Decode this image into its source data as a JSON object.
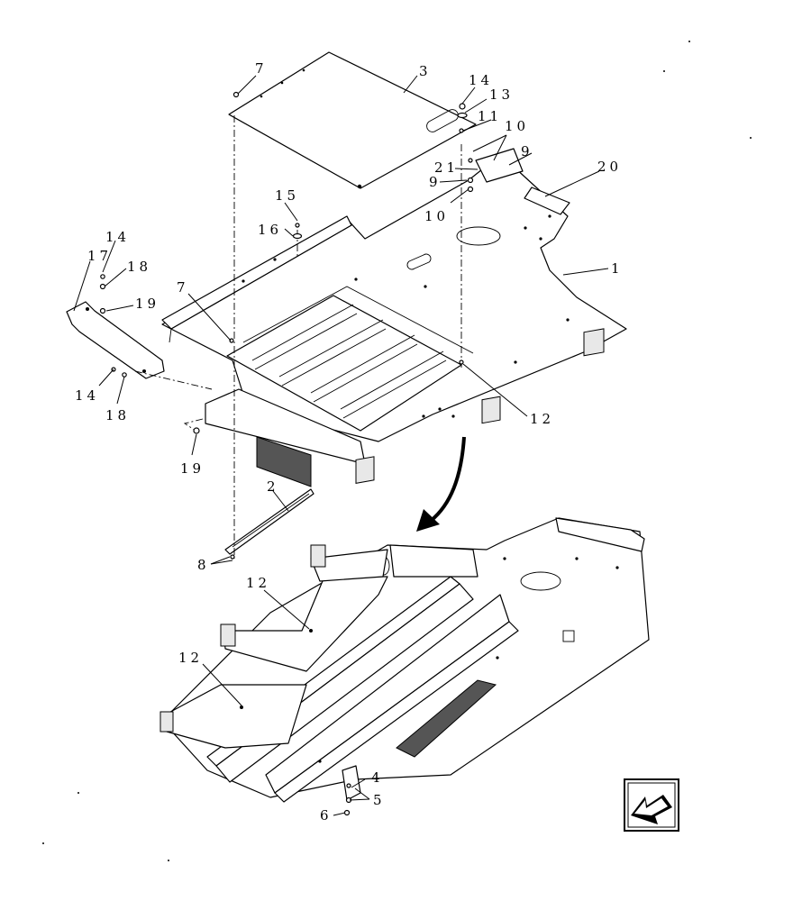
{
  "diagram": {
    "callouts": [
      {
        "id": "c7a",
        "text": "7"
      },
      {
        "id": "c3",
        "text": "3"
      },
      {
        "id": "c14a",
        "text": "14"
      },
      {
        "id": "c13",
        "text": "13"
      },
      {
        "id": "c11",
        "text": "11"
      },
      {
        "id": "c10a",
        "text": "10"
      },
      {
        "id": "c9a",
        "text": "9"
      },
      {
        "id": "c20",
        "text": "20"
      },
      {
        "id": "c21",
        "text": "21"
      },
      {
        "id": "c9b",
        "text": "9"
      },
      {
        "id": "c10b",
        "text": "10"
      },
      {
        "id": "c15",
        "text": "15"
      },
      {
        "id": "c16",
        "text": "16"
      },
      {
        "id": "c14b",
        "text": "14"
      },
      {
        "id": "c17",
        "text": "17"
      },
      {
        "id": "c18a",
        "text": "18"
      },
      {
        "id": "c19a",
        "text": "19"
      },
      {
        "id": "c1",
        "text": "1"
      },
      {
        "id": "c7b",
        "text": "7"
      },
      {
        "id": "c14c",
        "text": "14"
      },
      {
        "id": "c18b",
        "text": "18"
      },
      {
        "id": "c12a",
        "text": "12"
      },
      {
        "id": "c19b",
        "text": "19"
      },
      {
        "id": "c2",
        "text": "2"
      },
      {
        "id": "c8",
        "text": "8"
      },
      {
        "id": "c12b",
        "text": "12"
      },
      {
        "id": "c12c",
        "text": "12"
      },
      {
        "id": "c4",
        "text": "4"
      },
      {
        "id": "c5",
        "text": "5"
      },
      {
        "id": "c6",
        "text": "6"
      }
    ],
    "nav_icon": "previous-page-arrow-icon"
  }
}
